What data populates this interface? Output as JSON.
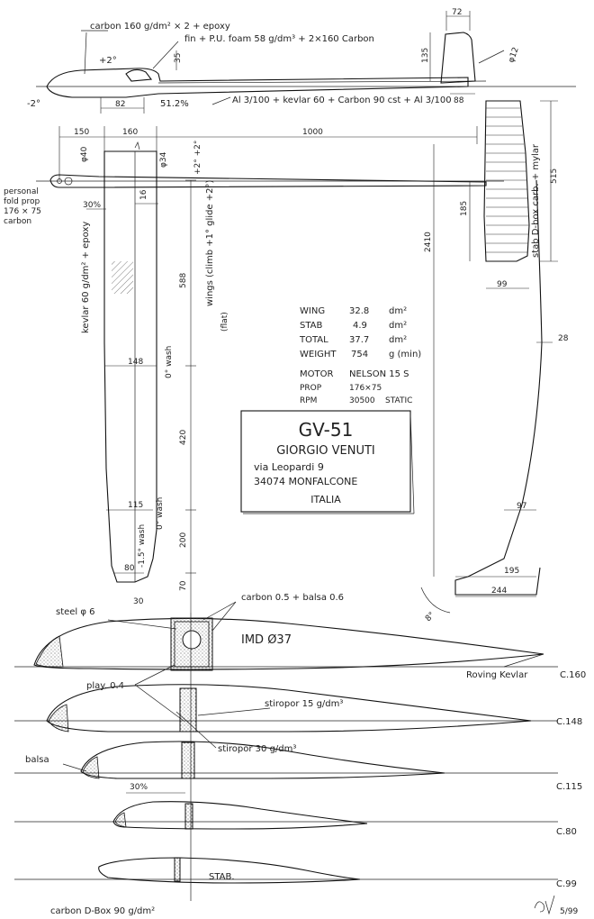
{
  "fuselage": {
    "tailboom_note": "carbon 160 g/dm² × 2 + epoxy",
    "fin_note": "fin + P.U. foam 58 g/dm³ + 2×160 Carbon",
    "boom_note": "Al 3/100 + kevlar 60 + Carbon 90 cst + Al 3/100",
    "angle_plus2": "+2°",
    "angle_minus2": "-2°",
    "dim_35": "35",
    "dim_82": "82",
    "dim_512": "51.2%",
    "dim_135": "135",
    "dim_72": "72",
    "dim_88": "88",
    "dim_phi12": "φ12"
  },
  "planform": {
    "dim_150": "150",
    "dim_160": "160",
    "dim_1000": "1000",
    "phi40": "φ40",
    "phi34": "φ34",
    "incidence": "+2° +2°",
    "dim_16": "16",
    "pct30": "30%",
    "prop_note": "personal fold prop 176 × 75 carbon",
    "kevlar_note": "kevlar 60 g/dm² + epoxy",
    "dim_588": "588",
    "wings_note": "wings (climb +1° glide +2°)",
    "flat": "(flat)",
    "c148": "148",
    "wash0": "0° wash",
    "dim_420": "420",
    "c115": "115",
    "wash0b": "0° wash",
    "dim_200": "200",
    "wash15": "-1.5° wash",
    "c80": "80",
    "dim_70": "70",
    "c30": "30"
  },
  "stab": {
    "dim_515": "515",
    "dim_185": "185",
    "dim_2410": "2410",
    "note": "stab D-box carb. + mylar",
    "dim_99": "99",
    "dim_28": "28",
    "dim_97": "97",
    "dim_195": "195",
    "dim_244": "244",
    "angle": "8°"
  },
  "specs": [
    {
      "label": "WING",
      "value": "32.8",
      "unit": "dm²"
    },
    {
      "label": "STAB",
      "value": "4.9",
      "unit": "dm²"
    },
    {
      "label": "TOTAL",
      "value": "37.7",
      "unit": "dm²"
    },
    {
      "label": "WEIGHT",
      "value": "754",
      "unit": "g (min)"
    },
    {
      "label": "MOTOR",
      "value": "NELSON 15 S",
      "unit": ""
    },
    {
      "label": "PROP",
      "value": "176×75",
      "unit": ""
    },
    {
      "label": "RPM",
      "value": "30500",
      "unit": "STATIC"
    }
  ],
  "title_block": {
    "model": "GV-51",
    "name": "GIORGIO VENUTI",
    "street": "via Leopardi 9",
    "city": "34074 MONFALCONE",
    "country": "ITALIA"
  },
  "sections": {
    "carbon_note": "carbon 0.5 + balsa 0.6",
    "steel": "steel φ 6",
    "imd": "IMD Ø37",
    "roving": "Roving Kevlar",
    "play": "play. 0.4",
    "stiropor15": "stiropor 15 g/dm³",
    "stiropor30": "stiropor 30 g/dm³",
    "balsa": "balsa",
    "pct30": "30%",
    "stab_label": "STAB.",
    "c160": "C.160",
    "c148": "C.148",
    "c115": "C.115",
    "c80": "C.80",
    "c99": "C.99",
    "dbox": "carbon D-Box 90 g/dm²",
    "signature_date": "5/99"
  }
}
